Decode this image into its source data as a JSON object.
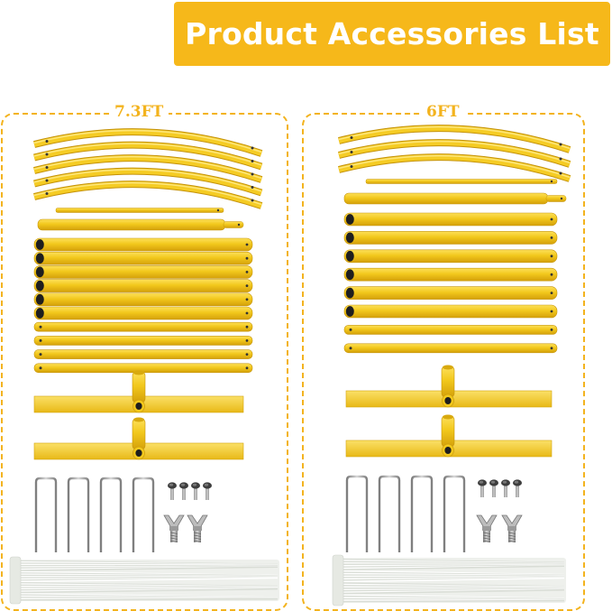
{
  "banner": {
    "title": "Product Accessories List"
  },
  "panels": [
    {
      "label": "7.3FT",
      "arc_count": 5,
      "straight_pole_count": 10,
      "base_count": 2,
      "stake_count": 4,
      "bolt_count": 4,
      "wing_nut_count": 2
    },
    {
      "label": "6FT",
      "arc_count": 3,
      "straight_pole_count": 8,
      "base_count": 2,
      "stake_count": 4,
      "bolt_count": 4,
      "wing_nut_count": 2
    }
  ],
  "colors": {
    "banner": "#f6b81a",
    "pole_yellow": "#f2c81c",
    "pole_shadow": "#d9a60c",
    "dashed_border": "#f3b31e",
    "metal": "#9a9a9a",
    "zip_tie": "#e9ece8"
  }
}
